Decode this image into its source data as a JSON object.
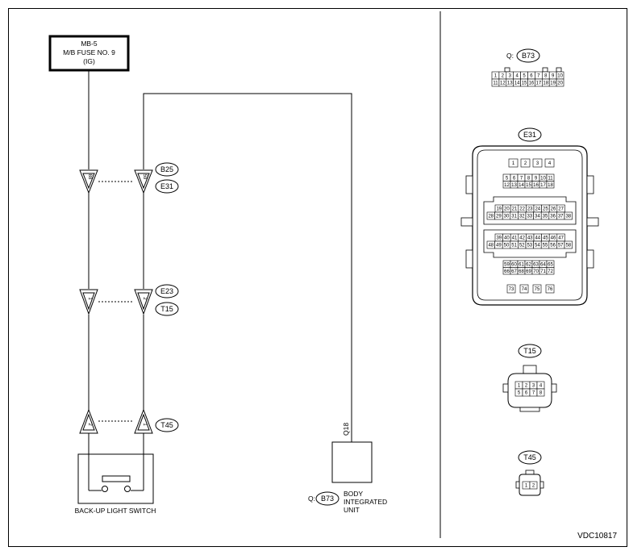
{
  "fuse": {
    "line1": "MB-5",
    "line2": "M/B FUSE NO. 9",
    "line3": "(IG)"
  },
  "connectors_left": {
    "b25": "B25",
    "e31": "E31",
    "e23": "E23",
    "t15": "T15",
    "t45": "T45"
  },
  "pins_left": {
    "b25_left": "88",
    "b25_right": "59",
    "e23_left": "1",
    "e23_right": "2",
    "t45_left": "2",
    "t45_right": "1"
  },
  "wire_label": "Q18",
  "switch_label": "BACK-UP LIGHT SWITCH",
  "unit": {
    "prefix": "Q:",
    "connector": "B73",
    "line1": "BODY",
    "line2": "INTEGRATED",
    "line3": "UNIT"
  },
  "right_panel": {
    "b73_prefix": "Q:",
    "b73": "B73",
    "e31": "E31",
    "t15": "T15",
    "t45": "T45"
  },
  "figure_code": "VDC10817"
}
